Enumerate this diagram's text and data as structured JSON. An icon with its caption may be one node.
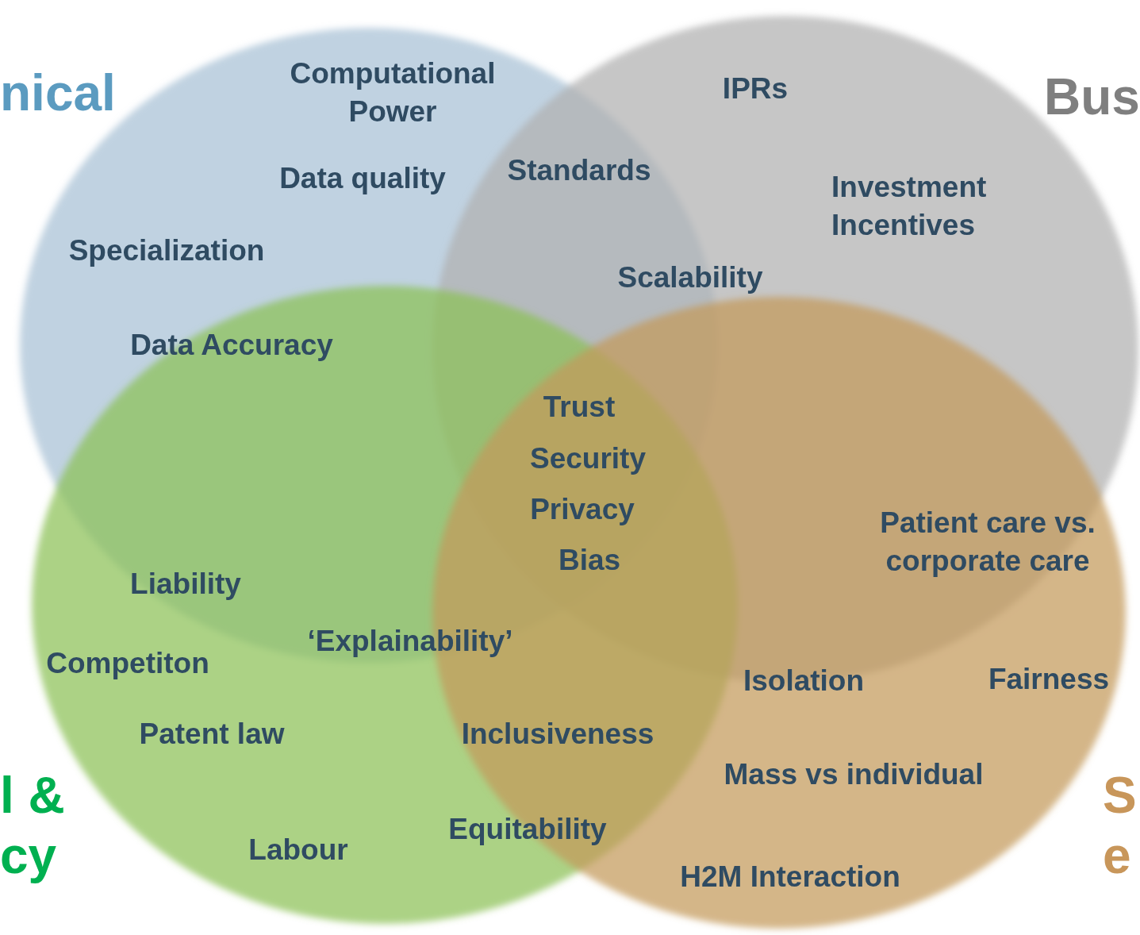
{
  "diagram": {
    "nodes": [
      {
        "text": [],
        "shape": "circle"
      },
      {
        "text": [],
        "shape": "circle"
      },
      {
        "text": [],
        "shape": "circle"
      },
      {
        "text": [],
        "shape": "circle"
      }
    ],
    "labels": [
      "nical",
      "Computational Power",
      "IPRs",
      "Bus",
      "Data quality",
      "Standards",
      "Investment Incentives",
      "Specialization",
      "Scalability",
      "Data Accuracy",
      "Trust",
      "Security",
      "Privacy",
      "Patient care vs. corporate care",
      "Bias",
      "Liability",
      "‘Explainability’",
      "Competiton",
      "Isolation",
      "Fairness",
      "Patent law",
      "Inclusiveness",
      "Mass vs individual",
      "l & cy",
      "S e",
      "Equitability",
      "Labour",
      "H2M Interaction"
    ]
  }
}
